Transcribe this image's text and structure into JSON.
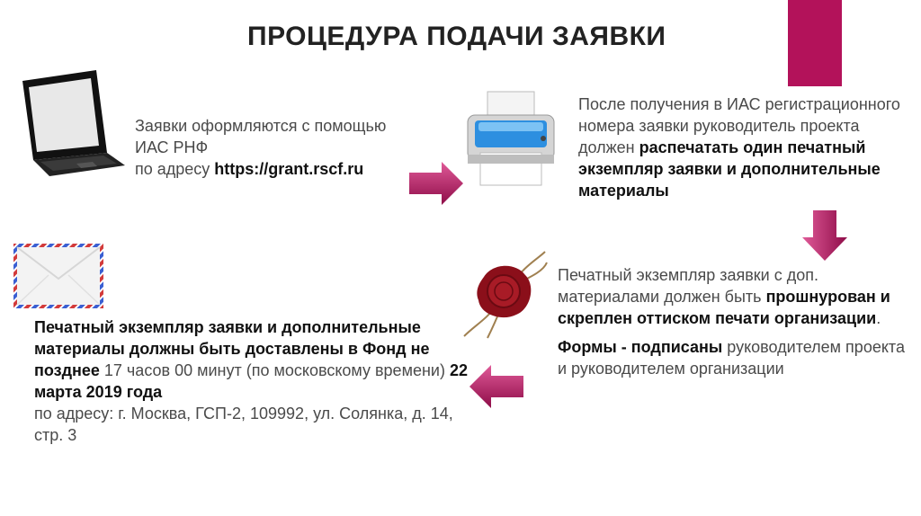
{
  "title": "ПРОЦЕДУРА ПОДАЧИ ЗАЯВКИ",
  "colors": {
    "accent": "#b3125a",
    "arrow": "#b3125a",
    "text": "#4a4a4a"
  },
  "icons": [
    "laptop-icon",
    "printer-icon",
    "wax-seal-icon",
    "envelope-icon"
  ],
  "block1": {
    "line1": "Заявки оформляются с помощью",
    "line2": "ИАС РНФ",
    "line3_prefix": "по адресу ",
    "url": "https://grant.rscf.ru"
  },
  "block2": {
    "normal": "После получения в ИАС регистрационного номера заявки руководитель проекта должен ",
    "bold": "распечатать один печатный экземпляр заявки и дополнительные материалы"
  },
  "block3": {
    "p1_normal": "Печатный экземпляр заявки с доп. материалами должен быть ",
    "p1_bold": "прошнурован и скреплен оттиском печати организации",
    "p1_end": ".",
    "p2_bold": "Формы - подписаны",
    "p2_normal": " руководителем проекта и руководителем организации"
  },
  "block4": {
    "bold1": "Печатный экземпляр заявки и дополнительные материалы должны быть доставлены в Фонд не позднее",
    "normal1": " 17 часов 00 минут (по московскому времени) ",
    "bold2": "22 марта 2019 года",
    "address_line": "по адресу: г. Москва, ГСП-2, 109992, ул. Солянка, д. 14, стр. 3"
  }
}
